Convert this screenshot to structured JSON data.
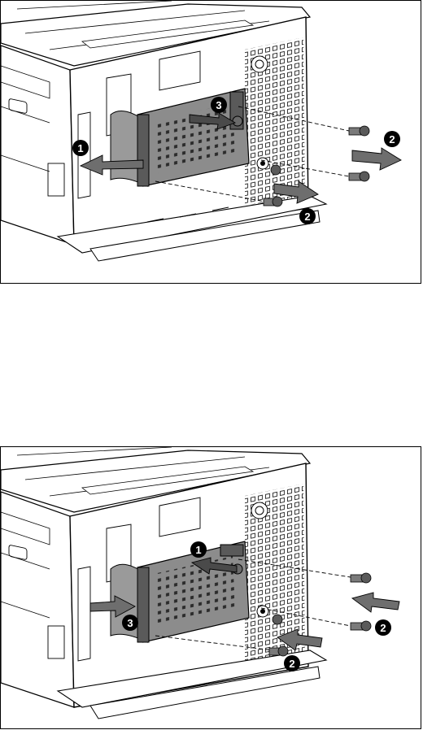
{
  "removal": {
    "steps": [
      "1",
      "2",
      "2",
      "3"
    ]
  },
  "installation": {
    "steps": [
      "1",
      "2",
      "2",
      "3"
    ]
  },
  "colors": {
    "line": "#000000",
    "chassis": "#ffffff",
    "board": "#8c8c8c",
    "board_dark": "#5a5a5a",
    "cable": "#9a9a9a",
    "arrow": "#6e6e6e",
    "callout": "#000000"
  }
}
